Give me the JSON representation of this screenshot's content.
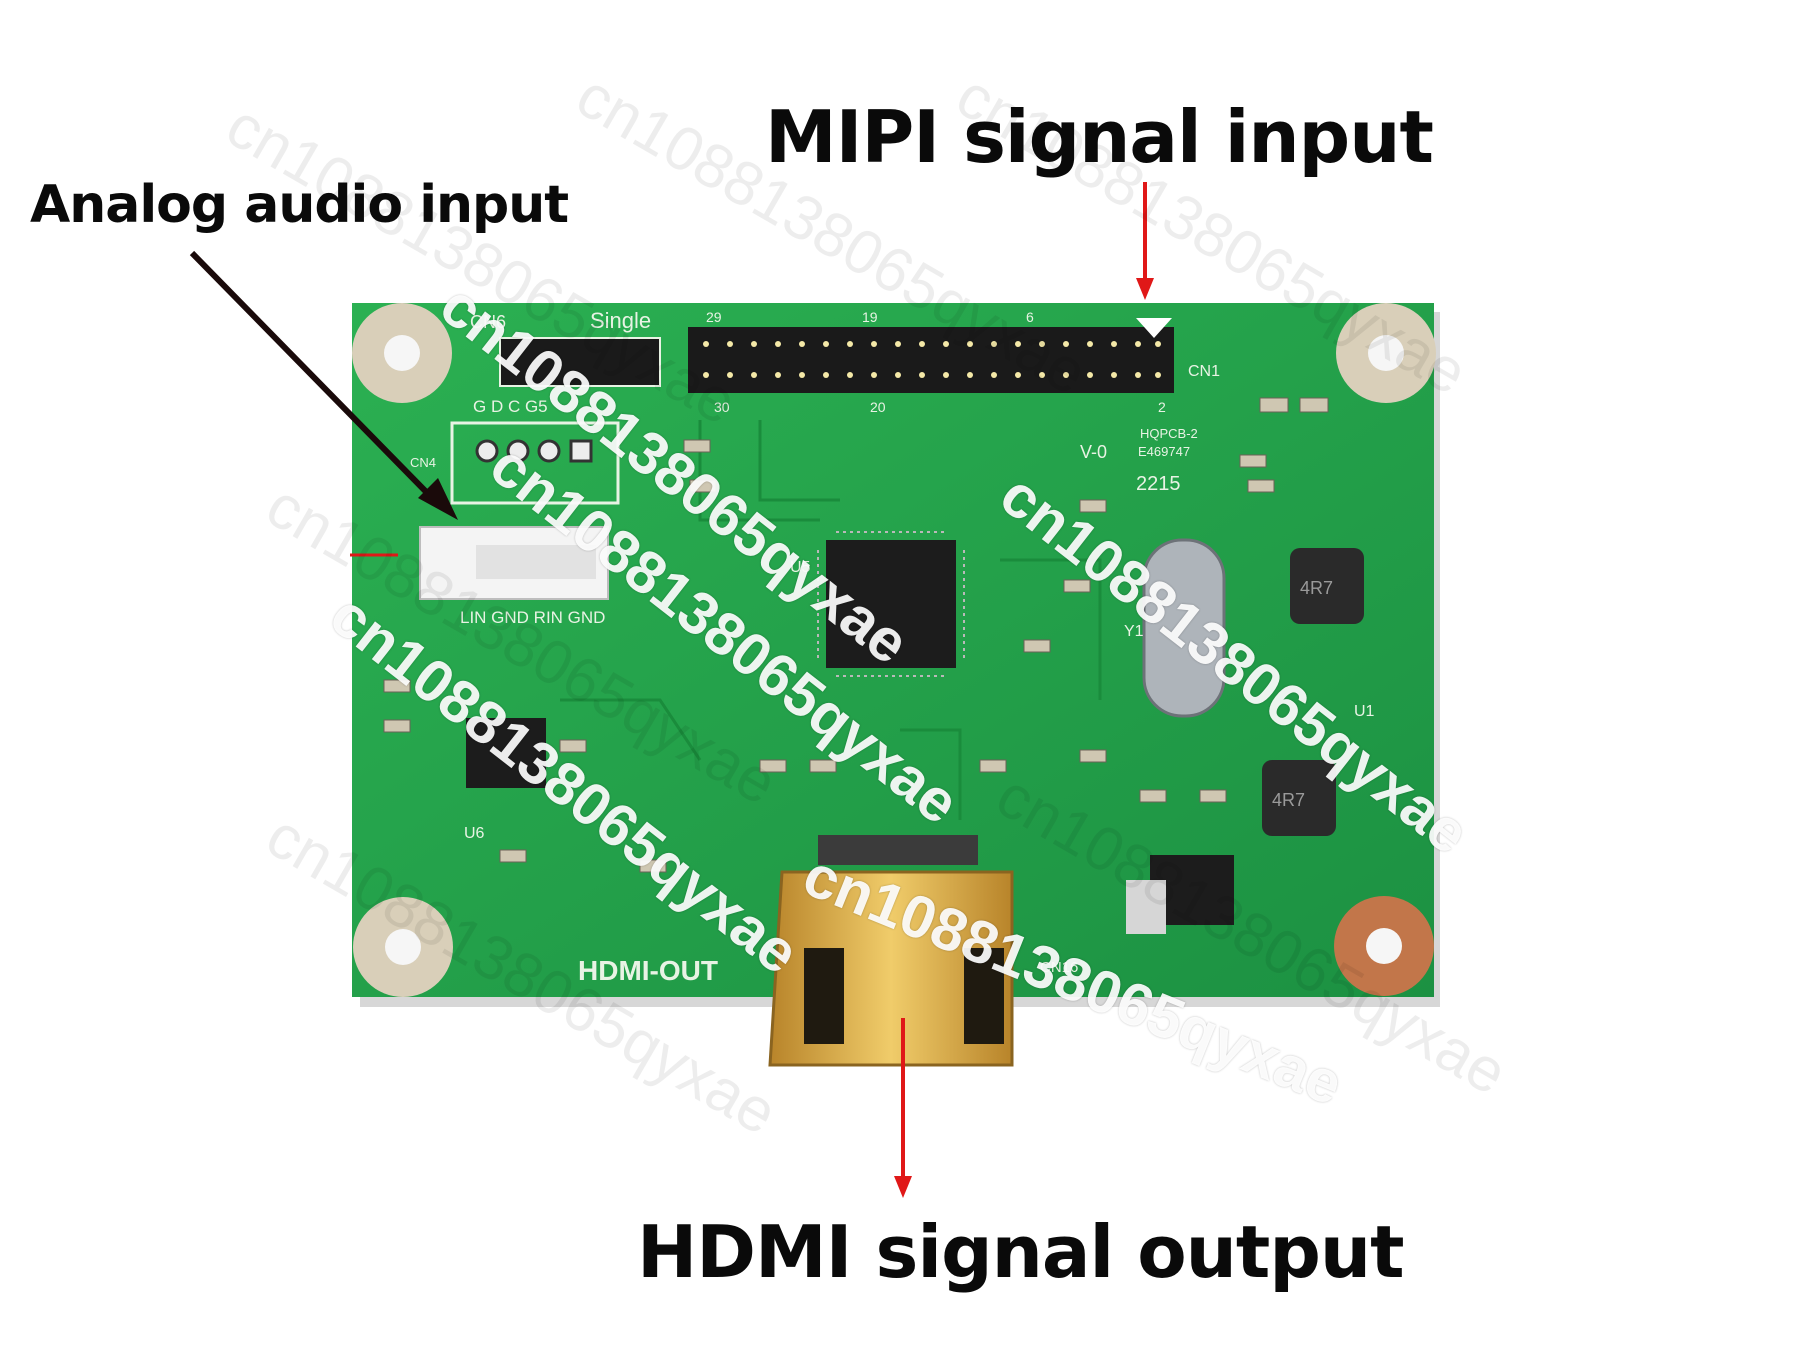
{
  "annotations": {
    "mipi_label": "MIPI signal input",
    "audio_label": "Analog audio input",
    "hdmi_label": "HDMI signal output"
  },
  "board": {
    "silkscreen": {
      "cn6": "CN6",
      "single": "Single",
      "cn1": "CN1",
      "pin_labels": "G D C G5",
      "cn4": "CN4",
      "audio_pins": "LIN GND RIN GND",
      "u5": "U5",
      "u6": "U6",
      "u1": "U1",
      "y1": "Y1",
      "hdmi_out": "HDMI-OUT",
      "cn16": "CN16",
      "hqpcb": "HQPCB-2",
      "e_code": "E469747",
      "date_code": "2215",
      "pin_29": "29",
      "pin_30": "30",
      "pin_19": "19",
      "pin_20": "20",
      "pin_6": "6",
      "pin_2": "2",
      "ver": "V-0",
      "inductor": "4R7"
    }
  },
  "watermark": {
    "text": "cn1088138065qyxae"
  },
  "colors": {
    "pcb_green": "#22a04a",
    "arrow_red": "#e01818",
    "arrow_dark": "#1a0a0a",
    "gold": "#d9a83a"
  }
}
